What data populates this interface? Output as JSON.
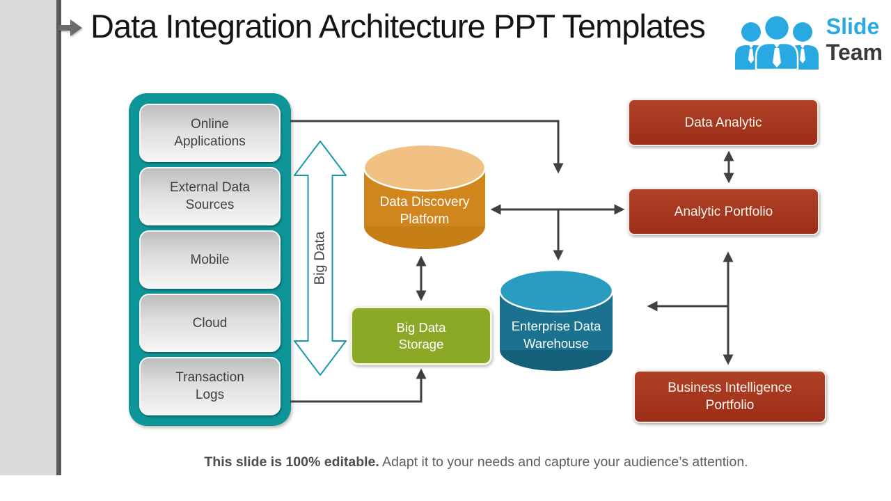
{
  "slide": {
    "title": "Data Integration Architecture PPT Templates",
    "footer": {
      "bold": "This slide is 100% editable.",
      "normal": " Adapt it to your needs and capture your audience’s attention."
    }
  },
  "logo": {
    "slide": "Slide",
    "team": "Team"
  },
  "sources": {
    "items": [
      {
        "label": "Online Applications",
        "lines": [
          "Online",
          "Applications"
        ]
      },
      {
        "label": "External Data Sources",
        "lines": [
          "External Data",
          "Sources"
        ]
      },
      {
        "label": "Mobile",
        "lines": [
          "Mobile"
        ]
      },
      {
        "label": "Cloud",
        "lines": [
          "Cloud"
        ]
      },
      {
        "label": "Transaction Logs",
        "lines": [
          "Transaction",
          "Logs"
        ]
      }
    ]
  },
  "flow": {
    "big_data_arrow_label": "Big Data",
    "data_discovery": {
      "label": "Data Discovery Platform",
      "lines": [
        "Data Discovery",
        "Platform"
      ]
    },
    "big_data_storage": {
      "label": "Big Data Storage",
      "lines": [
        "Big Data",
        "Storage"
      ]
    },
    "warehouse": {
      "label": "Enterprise Data Warehouse",
      "lines": [
        "Enterprise Data",
        "Warehouse"
      ]
    },
    "data_analytic": {
      "label": "Data Analytic",
      "lines": [
        "Data Analytic"
      ]
    },
    "analytic_portfolio): ": null,
    "analytic_portfolio": {
      "label": "Analytic Portfolio",
      "lines": [
        "Analytic Portfolio"
      ]
    },
    "bi_portfolio": {
      "label": "Business Intelligence Portfolio",
      "lines": [
        "Business Intelligence",
        "Portfolio"
      ]
    }
  },
  "colors": {
    "panel_teal": "#0d9598",
    "arrow_outline_teal": "#1a98a8",
    "cylinder_orange_body": "#d0861c",
    "cylinder_orange_top": "#f0c183",
    "green_box": "#8ca827",
    "cylinder_teal_body": "#1a7190",
    "cylinder_teal_top": "#2a9bc1",
    "red_box": "#a33620",
    "connector_gray": "#404040",
    "logo_blue": "#29a9e1",
    "left_strip_gray": "#dadada"
  }
}
